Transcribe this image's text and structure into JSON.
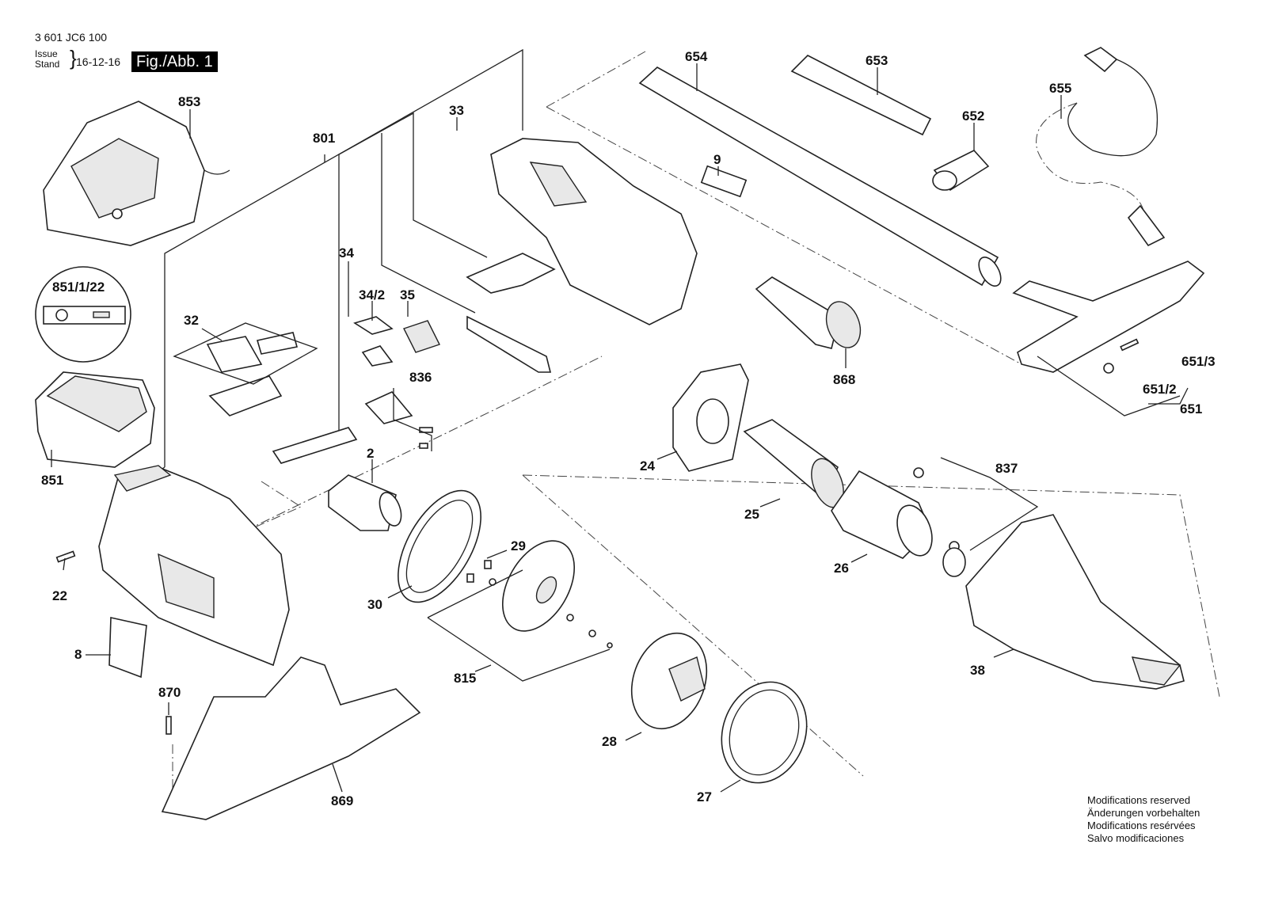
{
  "header": {
    "part_code": "3 601 JC6 100",
    "issue_label": "Issue",
    "stand_label": "Stand",
    "date": "16-12-16",
    "figure_label": "Fig./Abb. 1"
  },
  "parts": {
    "p853": "853",
    "p801": "801",
    "p33": "33",
    "p654": "654",
    "p653": "653",
    "p652": "652",
    "p655": "655",
    "p9": "9",
    "p851_1_22": "851/1/22",
    "p32": "32",
    "p34": "34",
    "p34_2": "34/2",
    "p35": "35",
    "p836": "836",
    "p868": "868",
    "p651_3": "651/3",
    "p651_2": "651/2",
    "p651": "651",
    "p851": "851",
    "p2": "2",
    "p24": "24",
    "p837": "837",
    "p25": "25",
    "p29": "29",
    "p26": "26",
    "p22": "22",
    "p30": "30",
    "p8": "8",
    "p815": "815",
    "p38": "38",
    "p870": "870",
    "p28": "28",
    "p869": "869",
    "p27": "27"
  },
  "callout": {
    "battery_detail_label": "851/1/22"
  },
  "footer": {
    "lines": [
      "Modifications reserved",
      "Änderungen vorbehalten",
      "Modifications resérvées",
      "Salvo modificaciones"
    ]
  }
}
